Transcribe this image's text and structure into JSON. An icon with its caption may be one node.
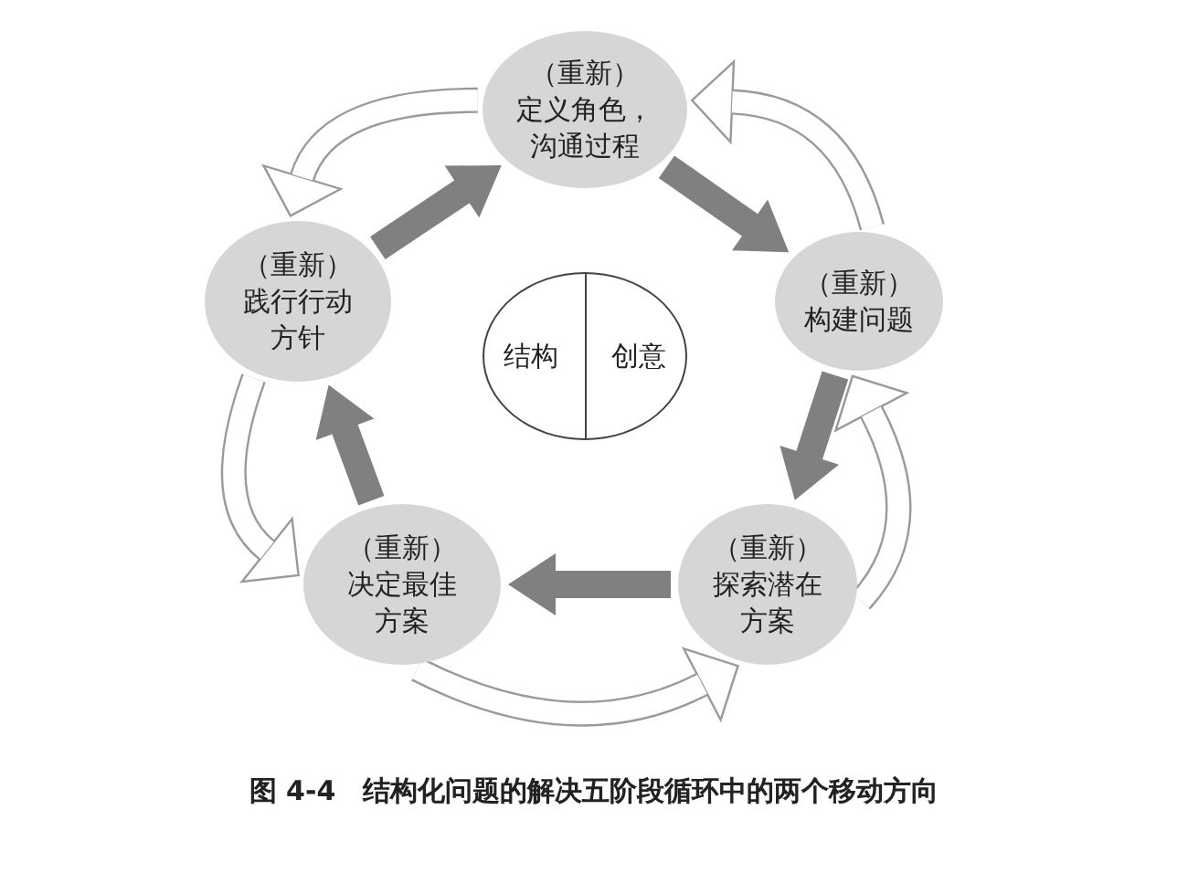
{
  "diagram": {
    "caption": "图 4-4　结构化问题的解决五阶段循环中的两个移动方向",
    "nodes": [
      {
        "text": [
          "（重新）",
          "定义角色，沟通过程"
        ]
      },
      {
        "text": [
          "（重新）",
          "构建问题"
        ]
      },
      {
        "text": [
          "（重新）",
          "探索潜在方案"
        ]
      },
      {
        "text": [
          "（重新）",
          "决定最佳方案"
        ]
      },
      {
        "text": [
          "（重新）",
          "践行行动方针"
        ]
      },
      {
        "text": [
          "结构",
          "创意"
        ]
      }
    ],
    "edges": [
      {
        "from": 0,
        "to": 1,
        "arrow": "to",
        "style": "thick",
        "color": "#808080"
      },
      {
        "from": 1,
        "to": 2,
        "arrow": "to",
        "style": "thick",
        "color": "#808080"
      },
      {
        "from": 2,
        "to": 3,
        "arrow": "to",
        "style": "thick",
        "color": "#808080"
      },
      {
        "from": 3,
        "to": 4,
        "arrow": "to",
        "style": "thick",
        "color": "#808080"
      },
      {
        "from": 4,
        "to": 0,
        "arrow": "to",
        "style": "thick",
        "color": "#808080"
      },
      {
        "from": 1,
        "to": 0,
        "arrow": "to"
      },
      {
        "from": 2,
        "to": 1,
        "arrow": "to"
      },
      {
        "from": 3,
        "to": 2,
        "arrow": "to"
      },
      {
        "from": 4,
        "to": 3,
        "arrow": "to"
      },
      {
        "from": 0,
        "to": 4,
        "arrow": "to"
      }
    ]
  }
}
